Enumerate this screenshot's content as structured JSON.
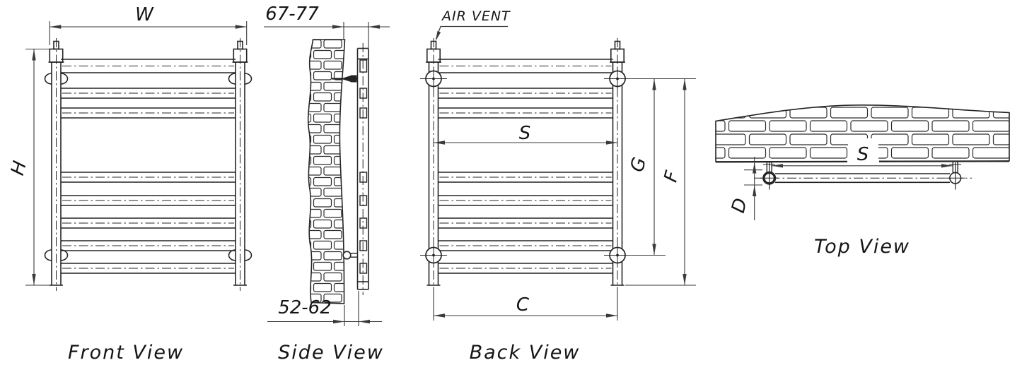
{
  "views": {
    "front": {
      "caption": "Front View",
      "width_label": "W",
      "height_label": "H"
    },
    "side": {
      "caption": "Side View",
      "wall_distance_top": "67-77",
      "wall_distance_bottom": "52-62"
    },
    "back": {
      "caption": "Back View",
      "air_vent_label": "AIR VENT",
      "span_label": "S",
      "mount_span_label": "G",
      "total_height_label": "F",
      "bottom_span_label": "C"
    },
    "top": {
      "caption": "Top View",
      "span_label": "S",
      "depth_label": "D"
    }
  },
  "structure": {
    "rung_count": 8,
    "wall_mount_count": 4
  },
  "colors": {
    "object_line": "#242424",
    "dimension_line": "#3a3a3a",
    "text": "#151515",
    "background": "#ffffff"
  }
}
